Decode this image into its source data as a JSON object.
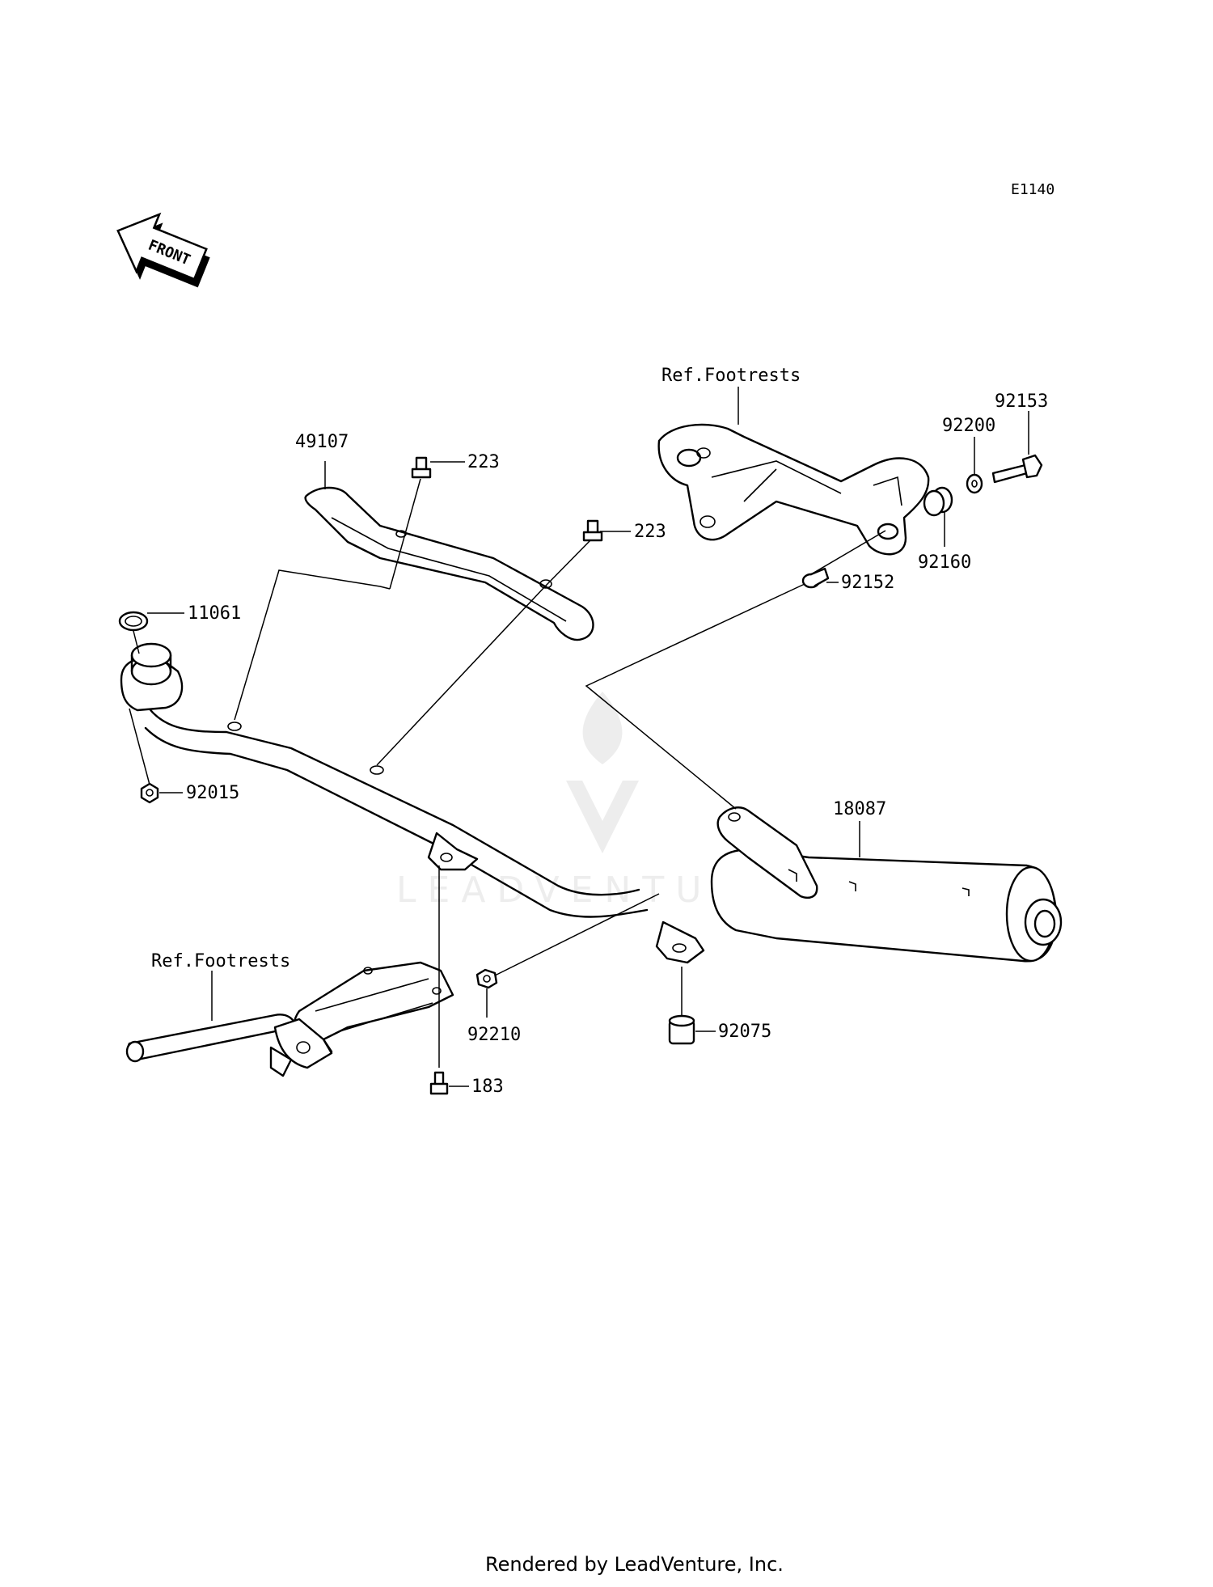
{
  "diagram_code": "E1140",
  "front_label": "FRONT",
  "watermark": "LEADVENTURE",
  "footer": "Rendered by LeadVenture, Inc.",
  "reference_labels": [
    "Ref.Footrests",
    "Ref.Footrests"
  ],
  "part_numbers": {
    "heat_guard": "49107",
    "bolt_upper_1": "223",
    "bolt_upper_2": "223",
    "gasket": "11061",
    "nut_flange": "92015",
    "muffler": "18087",
    "bolt_rear": "92153",
    "washer": "92200",
    "grommet": "92160",
    "collar": "92152",
    "nut_lower": "92210",
    "damper": "92075",
    "bolt_lower": "183"
  }
}
